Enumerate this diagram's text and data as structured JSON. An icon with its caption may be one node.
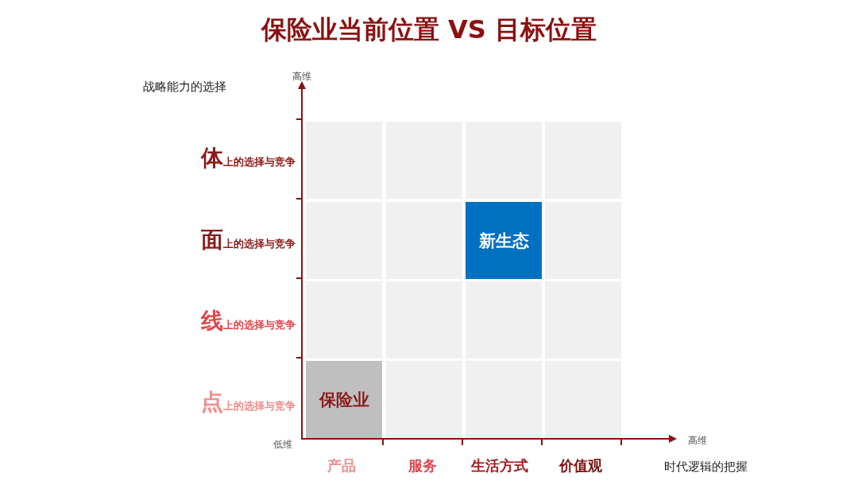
{
  "diagram": {
    "title": "保险业当前位置 VS 目标位置",
    "nodes": [
      {
        "text": [],
        "shape": "box"
      },
      {
        "text": [],
        "shape": "box"
      },
      {
        "text": [],
        "shape": "box"
      },
      {
        "text": [],
        "shape": "box"
      },
      {
        "text": [],
        "shape": "box"
      },
      {
        "text": [],
        "shape": "box"
      },
      {
        "text": [
          "新生态"
        ]
      },
      {
        "text": [],
        "shape": "box"
      },
      {
        "text": [],
        "shape": "box"
      },
      {
        "text": [],
        "shape": "box"
      },
      {
        "text": [],
        "shape": "box"
      },
      {
        "text": [],
        "shape": "box"
      },
      {
        "text": [
          "保险业"
        ]
      },
      {
        "text": [],
        "shape": "box"
      },
      {
        "text": [],
        "shape": "box"
      },
      {
        "text": [],
        "shape": "box"
      }
    ],
    "edges": [],
    "labels": [
      "战略能力的选择",
      "高维",
      "体",
      "上的选择与竞争",
      "面",
      "上的选择与竞争",
      "线",
      "上的选择与竞争",
      "点",
      "上的选择与竞争",
      "低维",
      "高维",
      "产品",
      "服务",
      "生活方式",
      "价值观",
      "时代逻辑的把握"
    ]
  }
}
